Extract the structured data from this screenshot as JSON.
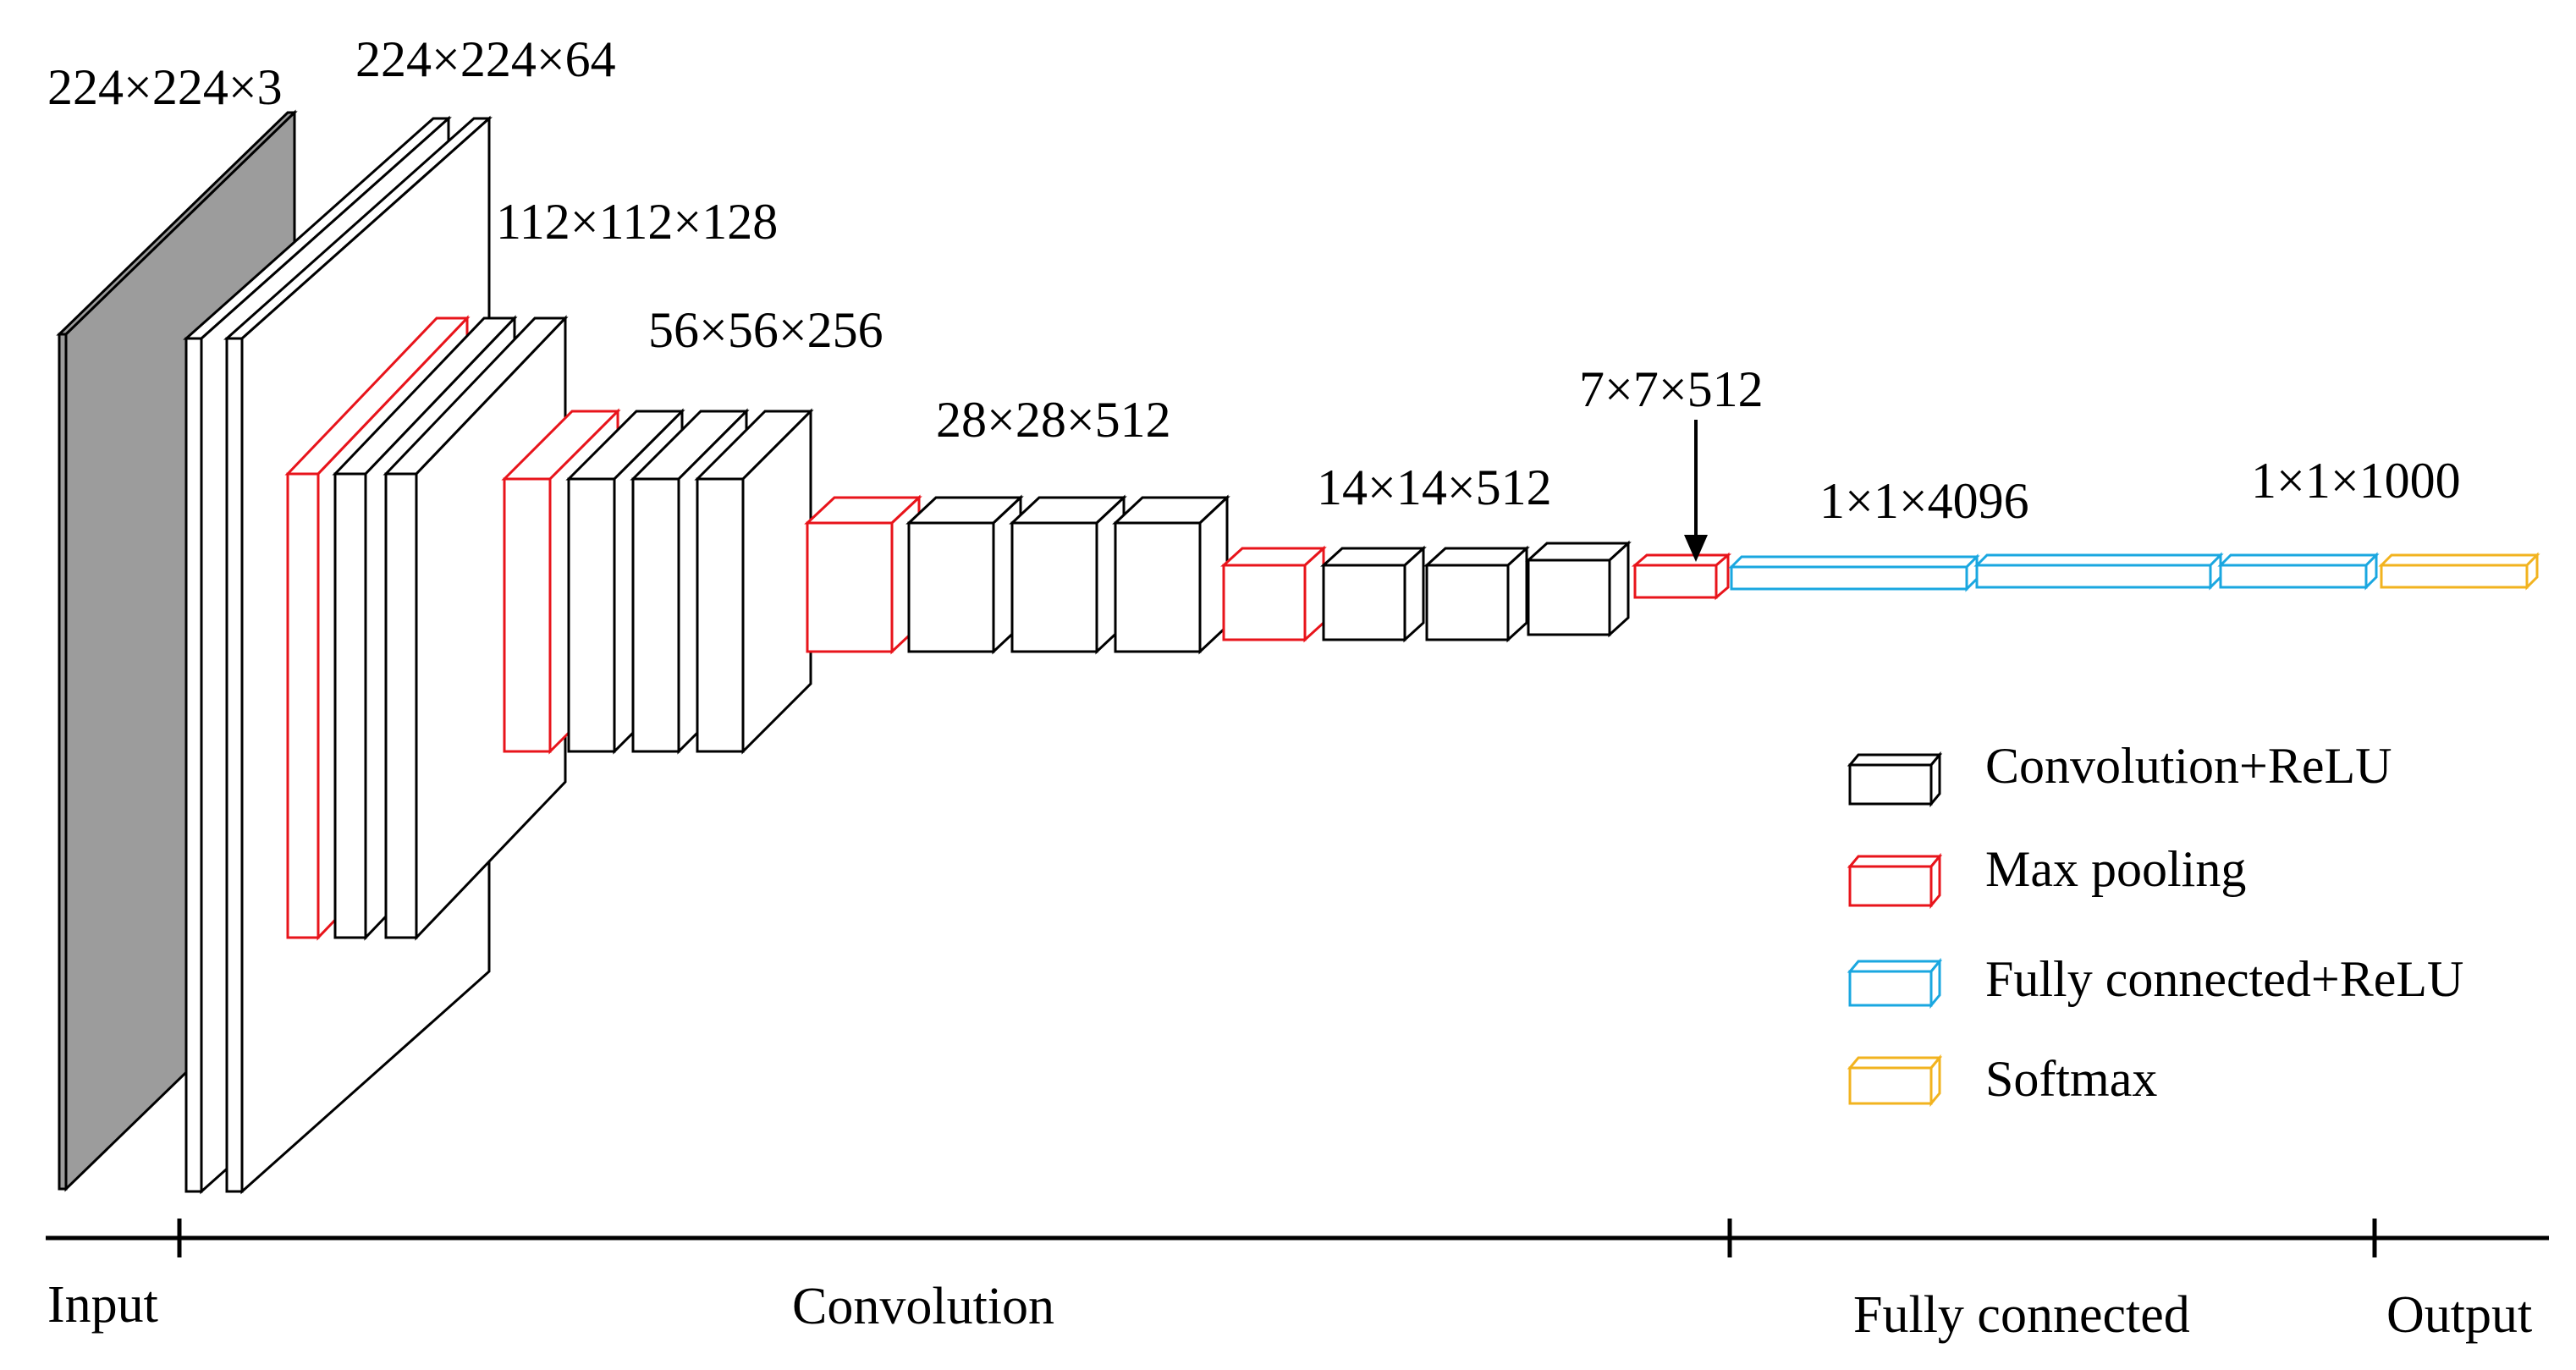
{
  "diagram": {
    "dimension_labels": {
      "input": "224×224×3",
      "conv1": "224×224×64",
      "conv2": "112×112×128",
      "conv3": "56×56×256",
      "conv4": "28×28×512",
      "conv5": "14×14×512",
      "pool5": "7×7×512",
      "fc": "1×1×4096",
      "output": "1×1×1000"
    },
    "legend": {
      "conv_relu": "Convolution+ReLU",
      "max_pooling": "Max pooling",
      "fc_relu": "Fully connected+ReLU",
      "softmax": "Softmax"
    },
    "sections": {
      "input": "Input",
      "convolution": "Convolution",
      "fully_connected": "Fully connected",
      "output": "Output"
    },
    "colors": {
      "conv_relu": "#000000",
      "max_pooling": "#e8141b",
      "fc_relu": "#1aa7e0",
      "softmax": "#f2b31f",
      "input_fill": "#9c9c9c"
    }
  }
}
